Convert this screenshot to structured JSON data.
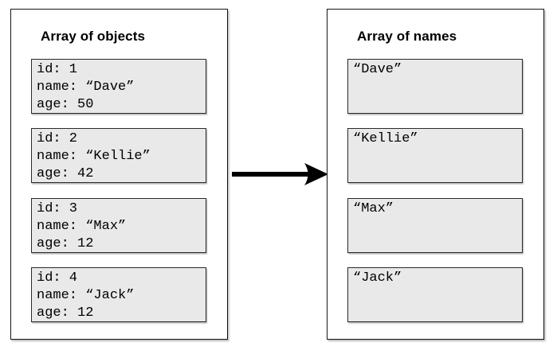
{
  "colors": {
    "background": "#ffffff",
    "panel_border": "#161616",
    "box_fill": "#e9e9e9",
    "box_border": "#2a2a2a",
    "arrow": "#000000",
    "text": "#000000"
  },
  "left_panel": {
    "title": "Array of objects",
    "objects": [
      "id: 1\nname: “Dave”\nage: 50",
      "id: 2\nname: “Kellie”\nage: 42",
      "id: 3\nname: “Max”\nage: 12",
      "id: 4\nname: “Jack”\nage: 12"
    ]
  },
  "arrow": {
    "icon": "right-arrow"
  },
  "right_panel": {
    "title": "Array of names",
    "names": [
      "“Dave”",
      "“Kellie”",
      "“Max”",
      "“Jack”"
    ]
  }
}
